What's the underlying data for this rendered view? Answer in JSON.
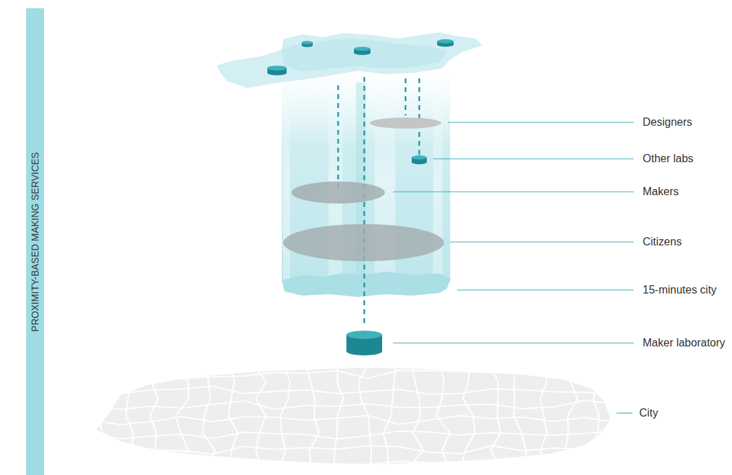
{
  "diagram": {
    "nodes": [
      {
        "text": [
          "PROXIMITY-BASED MAKING SERVICES"
        ]
      }
    ],
    "labels": [
      "Designers",
      "Other labs",
      "Makers",
      "Citizens",
      "15-minutes city",
      "Maker laboratory",
      "City"
    ]
  }
}
